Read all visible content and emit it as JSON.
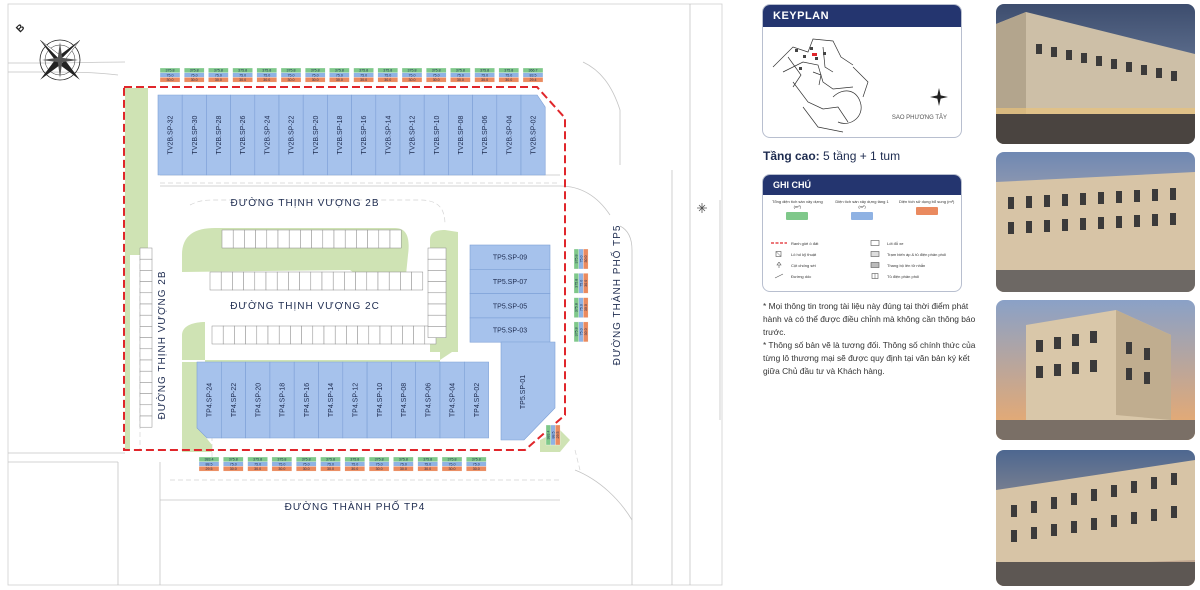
{
  "roads": {
    "thinh_vuong_2b_top": "ĐƯỜNG THỊNH VƯỢNG 2B",
    "thinh_vuong_2b_left": "ĐƯỜNG THỊNH VƯỢNG 2B",
    "thinh_vuong_2c": "ĐƯỜNG THỊNH VƯỢNG 2C",
    "thanh_pho_tp4": "ĐƯỜNG THÀNH PHỐ TP4",
    "thanh_pho_tp5": "ĐƯỜNG THÀNH PHỐ TP5"
  },
  "compass_letter": "B",
  "top_row_lots": [
    "TV2B.SP-32",
    "TV2B.SP-30",
    "TV2B.SP-28",
    "TV2B.SP-26",
    "TV2B.SP-24",
    "TV2B.SP-22",
    "TV2B.SP-20",
    "TV2B.SP-18",
    "TV2B.SP-16",
    "TV2B.SP-14",
    "TV2B.SP-12",
    "TV2B.SP-10",
    "TV2B.SP-08",
    "TV2B.SP-06",
    "TV2B.SP-04",
    "TV2B.SP-02"
  ],
  "bottom_row_lots": [
    "TP4.SP-24",
    "TP4.SP-22",
    "TP4.SP-20",
    "TP4.SP-18",
    "TP4.SP-16",
    "TP4.SP-14",
    "TP4.SP-12",
    "TP4.SP-10",
    "TP4.SP-08",
    "TP4.SP-06",
    "TP4.SP-04",
    "TP4.SP-02"
  ],
  "corner_lot": "TP5.SP-01",
  "right_stack_lots": [
    "TP5.SP-09",
    "TP5.SP-07",
    "TP5.SP-05",
    "TP5.SP-03"
  ],
  "top_info": [
    [
      "375.8",
      "75.0",
      "30.0"
    ],
    [
      "375.8",
      "75.0",
      "30.0"
    ],
    [
      "375.8",
      "75.0",
      "30.0"
    ],
    [
      "375.8",
      "75.0",
      "30.0"
    ],
    [
      "375.8",
      "75.0",
      "30.0"
    ],
    [
      "375.8",
      "75.0",
      "30.0"
    ],
    [
      "375.8",
      "75.0",
      "30.0"
    ],
    [
      "375.8",
      "75.0",
      "30.0"
    ],
    [
      "375.8",
      "75.0",
      "30.0"
    ],
    [
      "375.8",
      "75.0",
      "30.0"
    ],
    [
      "375.8",
      "75.0",
      "30.0"
    ],
    [
      "375.8",
      "75.0",
      "30.0"
    ],
    [
      "375.8",
      "75.0",
      "30.0"
    ],
    [
      "375.8",
      "75.0",
      "30.0"
    ],
    [
      "375.8",
      "75.0",
      "30.0"
    ],
    [
      "366.7",
      "83.5",
      "29.4"
    ]
  ],
  "bottom_info": [
    [
      "383.4",
      "88.5",
      "29.5"
    ],
    [
      "375.8",
      "75.0",
      "30.0"
    ],
    [
      "375.8",
      "75.0",
      "30.0"
    ],
    [
      "375.8",
      "75.0",
      "30.0"
    ],
    [
      "375.8",
      "75.0",
      "30.0"
    ],
    [
      "375.8",
      "75.0",
      "30.0"
    ],
    [
      "375.8",
      "75.0",
      "30.0"
    ],
    [
      "375.8",
      "75.0",
      "30.0"
    ],
    [
      "375.8",
      "75.0",
      "30.0"
    ],
    [
      "375.8",
      "75.0",
      "30.0"
    ],
    [
      "375.8",
      "75.0",
      "30.0"
    ],
    [
      "375.8",
      "75.0",
      "30.0"
    ]
  ],
  "right_info": [
    [
      "375.8",
      "75.0",
      "30.0"
    ],
    [
      "375.8",
      "75.0",
      "30.0"
    ],
    [
      "375.8",
      "75.0",
      "30.0"
    ],
    [
      "375.8",
      "75.0",
      "30.0"
    ]
  ],
  "corner_info": [
    "383.4",
    "88.5",
    "29.5"
  ],
  "keyplan": {
    "title": "KEYPLAN",
    "place": "SAO PHƯƠNG TÂY"
  },
  "height": {
    "label": "Tầng cao:",
    "value": "5 tầng + 1 tum"
  },
  "legend": {
    "title": "GHI CHÚ",
    "columns": [
      {
        "label": "Tổng diện tích sàn xây dựng (m²)",
        "color": "#7fc88a"
      },
      {
        "label": "Diện tích sàn xây dựng tầng 1 (m²)",
        "color": "#8fb2e3"
      },
      {
        "label": "Diện tích sử dụng bổ sung (m²)",
        "color": "#ea8a5f"
      }
    ],
    "symbols": [
      {
        "label": "Ranh giới ô đất",
        "icon": "boundary-line-icon"
      },
      {
        "label": "Lốt đỗ xe",
        "icon": "parking-slot-icon"
      },
      {
        "label": "Lô hố kỹ thuật",
        "icon": "tech-pit-icon"
      },
      {
        "label": "Trạm biến áp & tủ điện phân phối",
        "icon": "transformer-icon"
      },
      {
        "label": "Cột chống sét",
        "icon": "lightning-rod-icon"
      },
      {
        "label": "Thang bộ lên tử nhẫn",
        "icon": "stair-icon"
      },
      {
        "label": "Đường dốc",
        "icon": "ramp-icon"
      },
      {
        "label": "Tủ điện phân phối",
        "icon": "electrical-cabinet-icon"
      }
    ]
  },
  "notes": [
    "* Mọi thông tin trong tài liệu này đúng tại thời điểm phát hành và có thể được điều chỉnh mà không cần thông báo trước.",
    "* Thông số bản vẽ là tương đối. Thông số chính thức của từng lô thương mại sẽ được quy định tại văn bản ký kết giữa Chủ đầu tư và Khách hàng."
  ],
  "colors": {
    "lot_fill": "#a6c2ec",
    "lot_stroke": "#7c9fd6",
    "boundary": "#e0262b",
    "green": "#cfe3b4",
    "road_edge": "#b8b8b8",
    "info_green": "#7fc88a",
    "info_blue": "#8fb2e3",
    "info_orange": "#ea8a5f",
    "navy": "#24356f"
  }
}
